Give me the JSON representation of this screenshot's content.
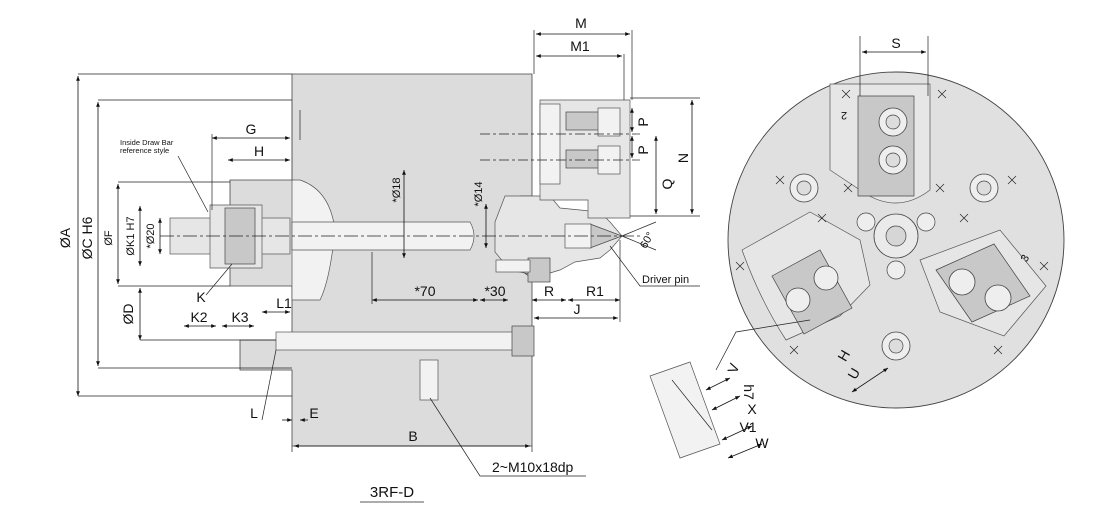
{
  "model": "3RF-D",
  "notes": {
    "draw_bar_line1": "Inside Draw Bar",
    "draw_bar_line2": "reference style",
    "driver_pin": "Driver pin",
    "thread": "2~M10x18dp",
    "angle": "60°"
  },
  "dims": {
    "A": "ØA",
    "C": "ØC H6",
    "F": "ØF",
    "K1": "ØK1 H7",
    "d20": "*Ø20",
    "D": "ØD",
    "G": "G",
    "H": "H",
    "K": "K",
    "K2": "K2",
    "K3": "K3",
    "L1": "L1",
    "L": "L",
    "E": "E",
    "B": "B",
    "d18": "*Ø18",
    "d14": "*Ø14",
    "d70": "*70",
    "d30": "*30",
    "R": "R",
    "R1": "R1",
    "J": "J",
    "M": "M",
    "M1": "M1",
    "P": "P",
    "N": "N",
    "Q": "Q",
    "S": "S",
    "U": "U",
    "V": "V",
    "h7": "h7",
    "X": "X",
    "V1": "V1",
    "W": "W",
    "face_num_2": "2",
    "face_num_3": "3"
  },
  "colors": {
    "line": "#111111",
    "body": "#dcdcdc",
    "face": "#e0e0e0"
  }
}
